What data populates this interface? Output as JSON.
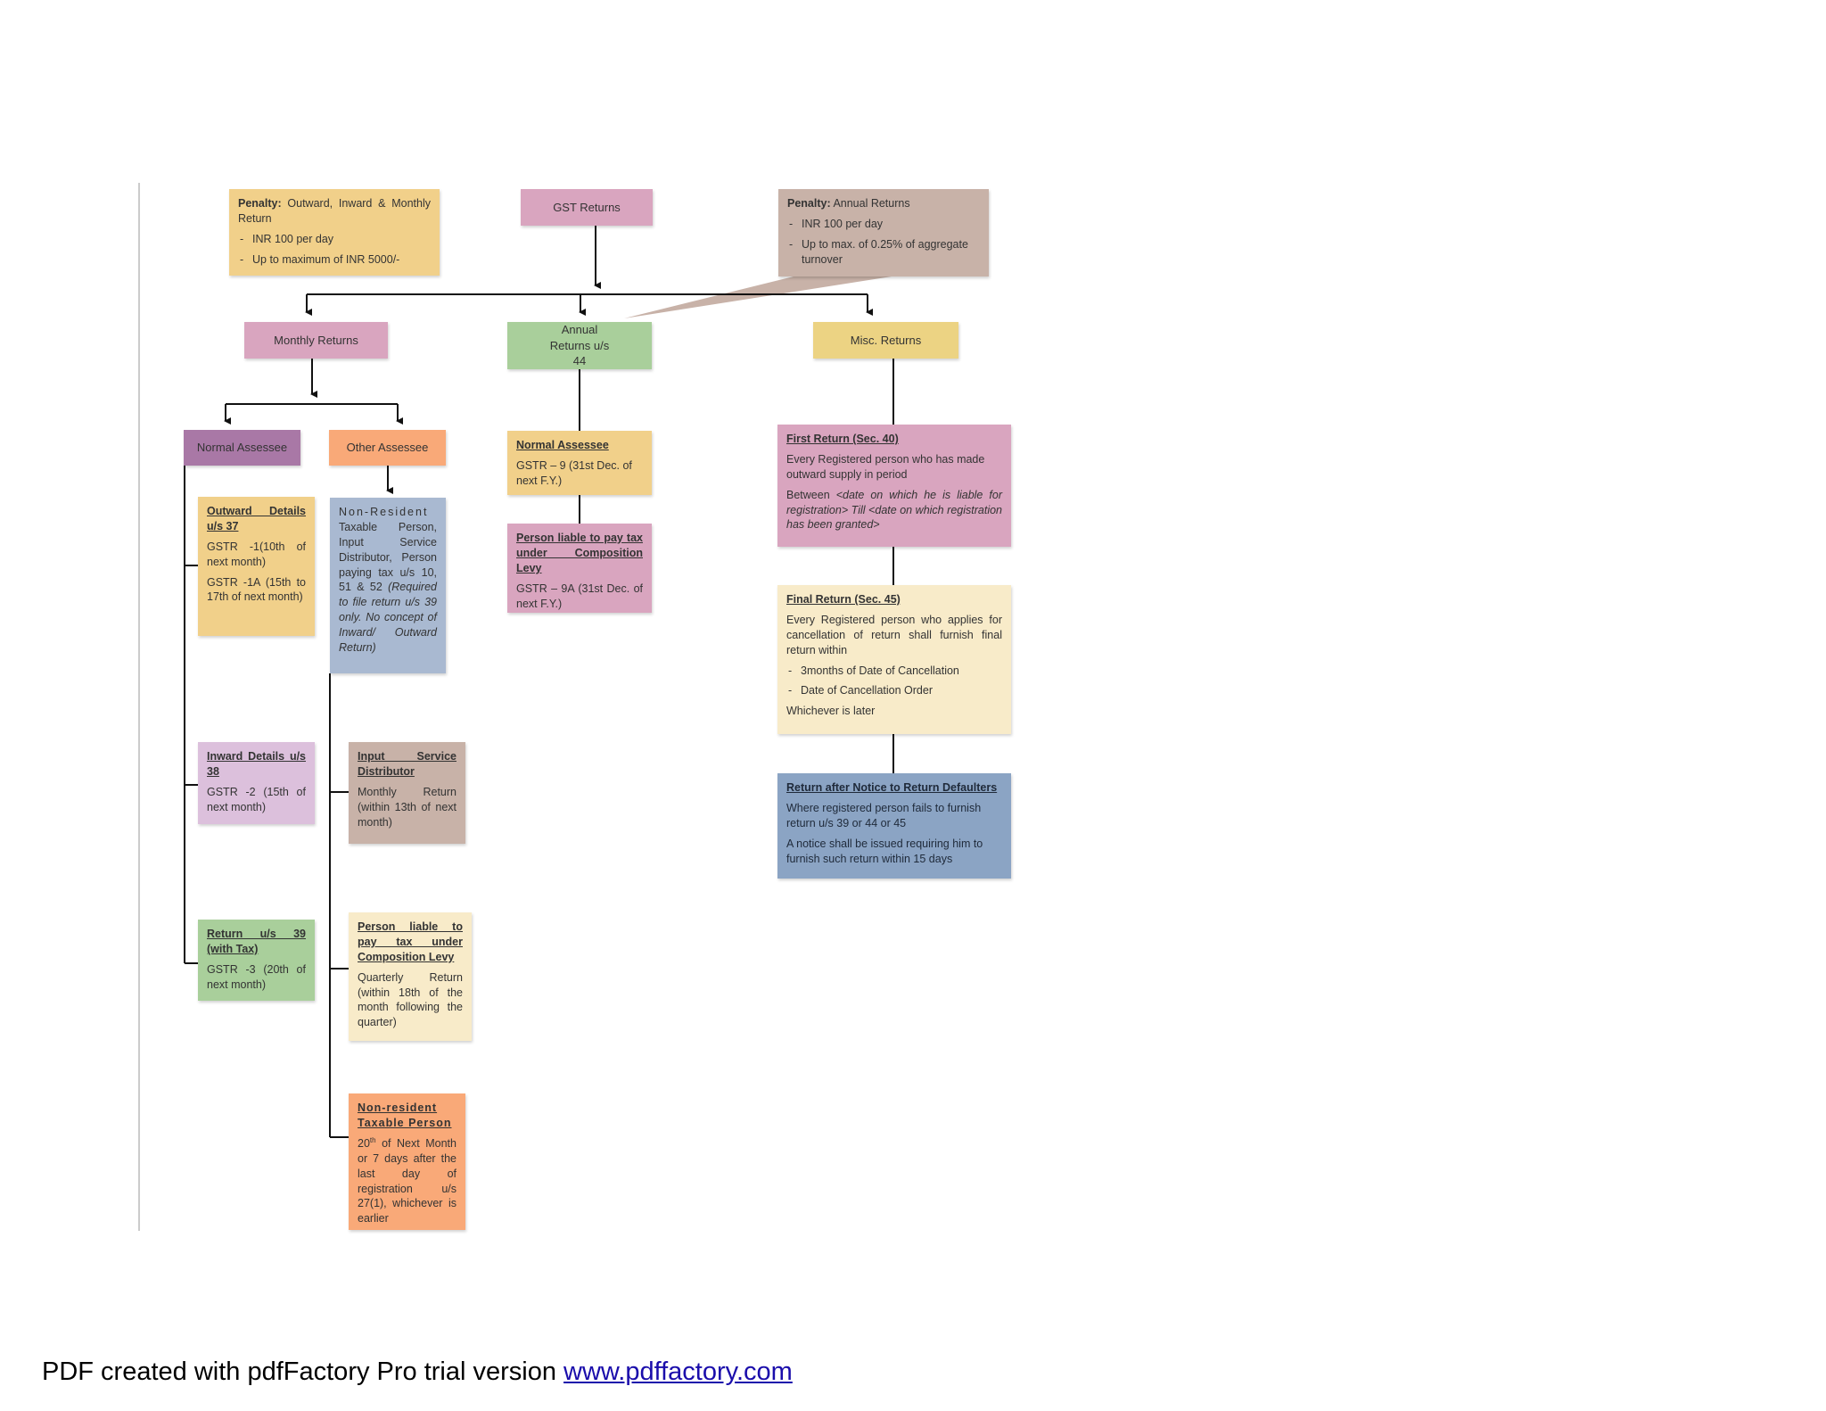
{
  "colors": {
    "yellow": "#f1d08a",
    "pink": "#d9a5bf",
    "taupe": "#c8b2a8",
    "green": "#a9cf9b",
    "gold": "#ecd383",
    "purple": "#a978a6",
    "orange": "#f9a978",
    "blue_grey": "#a9b9d1",
    "lavender": "#dcc0dc",
    "cream": "#f8ebc9",
    "steel": "#8ba4c4",
    "line": "#111111"
  },
  "nodes": {
    "penalty_monthly": {
      "title": "Penalty:",
      "text": "Outward, Inward & Monthly Return",
      "items": [
        "INR 100 per day",
        "Up to maximum of INR 5000/-"
      ]
    },
    "gst_returns": "GST Returns",
    "penalty_annual": {
      "title": "Penalty:",
      "text": "Annual Returns",
      "items": [
        "INR 100 per day",
        "Up to max. of 0.25% of aggregate turnover"
      ]
    },
    "monthly_returns": "Monthly Returns",
    "annual_returns": "Annual Returns u/s 44",
    "misc_returns": "Misc. Returns",
    "normal_assessee": "Normal Assessee",
    "other_assessee": "Other Assessee",
    "annual_normal": {
      "title": "Normal Assessee",
      "text": "GSTR – 9 (31st Dec. of next F.Y.)"
    },
    "annual_composition": {
      "title": "Person liable to pay tax under Composition Levy",
      "text": "GSTR – 9A (31st Dec. of next F.Y.)"
    },
    "first_return": {
      "title": "First Return (Sec. 40)",
      "text1": "Every Registered person who has made outward supply in period",
      "between": "Between",
      "text2": "<date on which he is liable for registration> Till <date on which registration has been granted>"
    },
    "final_return": {
      "title": "Final Return (Sec. 45)",
      "text": "Every Registered person who applies for cancellation of return shall furnish final return within",
      "items": [
        "3months of Date of Cancellation",
        "Date of Cancellation Order"
      ],
      "footer": "Whichever is later"
    },
    "notice_return": {
      "title": "Return after Notice to Return Defaulters",
      "text1": "Where registered person fails to furnish return u/s 39 or 44 or 45",
      "text2": "A notice shall be issued requiring him to furnish such return within 15 days"
    },
    "outward": {
      "title": "Outward Details u/s 37",
      "text1": "GSTR -1(10th of next month)",
      "text2": "GSTR -1A (15th to 17th of next month)"
    },
    "inward": {
      "title": "Inward Details u/s 38",
      "text": "GSTR -2 (15th of next month)"
    },
    "return39": {
      "title": "Return u/s 39 (with Tax)",
      "text": "GSTR -3 (20th of next month)"
    },
    "nonresident_info": {
      "spaced": "Non-Resident",
      "text": "Taxable Person, Input Service Distributor, Person paying tax u/s 10, 51 & 52",
      "italic": "(Required to file return u/s 39 only. No concept of Inward/ Outward Return)"
    },
    "isd": {
      "title": "Input Service Distributor",
      "text": "Monthly Return (within 13th of next month)"
    },
    "composition": {
      "title": "Person liable to pay tax under Composition Levy",
      "text": "Quarterly Return (within 18th of the month following the quarter)"
    },
    "nonresident_taxable": {
      "title": "Non-resident Taxable Person",
      "day": "20",
      "sup": "th",
      "text": "of Next Month or 7 days after the last day of registration u/s 27(1), whichever is earlier"
    }
  },
  "footer": {
    "text": "PDF created with pdfFactory Pro trial version ",
    "link": "www.pdffactory.com"
  }
}
